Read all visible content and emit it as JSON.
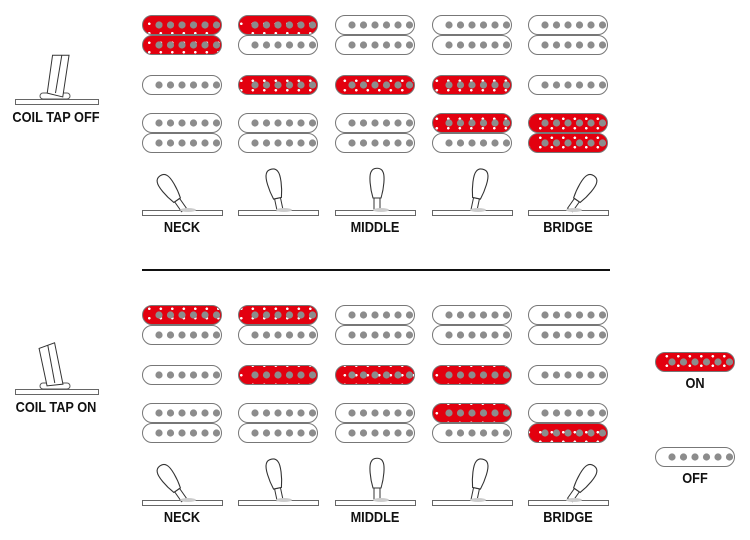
{
  "colors": {
    "on": "#e3000f",
    "off": "#ffffff",
    "pole": "#8c8c8c",
    "outline": "#777777"
  },
  "sections": [
    {
      "label": "COIL TAP OFF",
      "position_labels": [
        "NECK",
        "",
        "MIDDLE",
        "",
        "BRIDGE"
      ],
      "positions": [
        {
          "neck": [
            true,
            true
          ],
          "middle": false,
          "bridge": [
            false,
            false
          ],
          "selector": "neck"
        },
        {
          "neck": [
            true,
            false
          ],
          "middle": true,
          "bridge": [
            false,
            false
          ],
          "selector": "neck-middle"
        },
        {
          "neck": [
            false,
            false
          ],
          "middle": true,
          "bridge": [
            false,
            false
          ],
          "selector": "middle"
        },
        {
          "neck": [
            false,
            false
          ],
          "middle": true,
          "bridge": [
            true,
            false
          ],
          "selector": "middle-bridge"
        },
        {
          "neck": [
            false,
            false
          ],
          "middle": false,
          "bridge": [
            true,
            true
          ],
          "selector": "bridge"
        }
      ]
    },
    {
      "label": "COIL TAP ON",
      "position_labels": [
        "NECK",
        "",
        "MIDDLE",
        "",
        "BRIDGE"
      ],
      "positions": [
        {
          "neck": [
            true,
            false
          ],
          "middle": false,
          "bridge": [
            false,
            false
          ],
          "selector": "neck"
        },
        {
          "neck": [
            true,
            false
          ],
          "middle": true,
          "bridge": [
            false,
            false
          ],
          "selector": "neck-middle"
        },
        {
          "neck": [
            false,
            false
          ],
          "middle": true,
          "bridge": [
            false,
            false
          ],
          "selector": "middle"
        },
        {
          "neck": [
            false,
            false
          ],
          "middle": true,
          "bridge": [
            true,
            false
          ],
          "selector": "middle-bridge"
        },
        {
          "neck": [
            false,
            false
          ],
          "middle": false,
          "bridge": [
            false,
            true
          ],
          "selector": "bridge"
        }
      ]
    }
  ],
  "legend": {
    "on_label": "ON",
    "off_label": "OFF"
  }
}
